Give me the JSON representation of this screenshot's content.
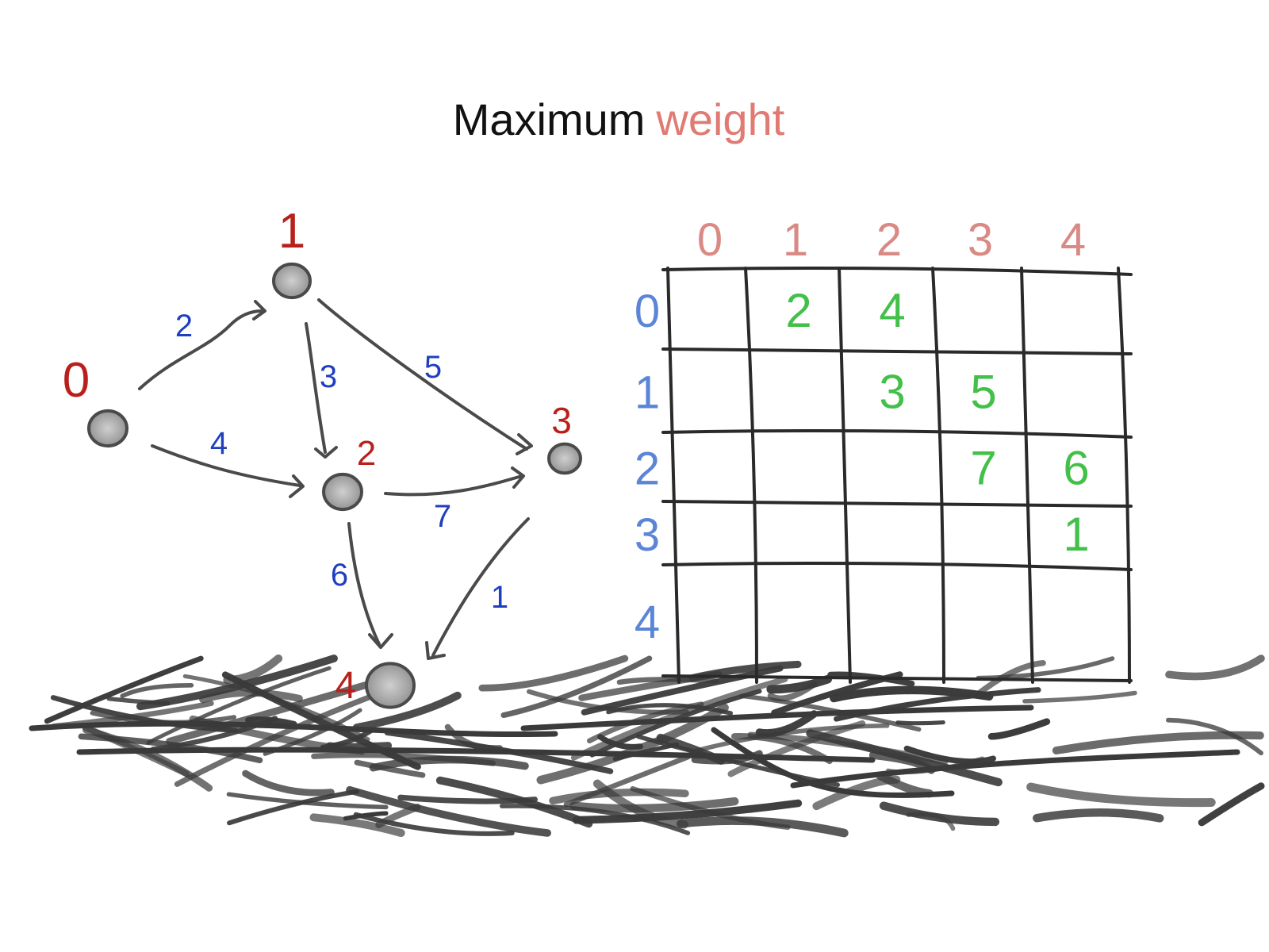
{
  "title": {
    "part1": "Maximum",
    "part2": "weight"
  },
  "colors": {
    "title_main": "#111111",
    "title_accent": "#e07a72",
    "node_label": "#b8201c",
    "edge_weight": "#1f3fbf",
    "matrix_col_header": "#d98a84",
    "matrix_row_header": "#5b85d6",
    "matrix_value": "#43c04a",
    "stroke": "#4a4a4a",
    "node_fill": "#bdbdbd"
  },
  "graph": {
    "nodes": [
      {
        "id": "0",
        "label": "0"
      },
      {
        "id": "1",
        "label": "1"
      },
      {
        "id": "2",
        "label": "2"
      },
      {
        "id": "3",
        "label": "3"
      },
      {
        "id": "4",
        "label": "4"
      }
    ],
    "edges": [
      {
        "from": "0",
        "to": "1",
        "weight": "2"
      },
      {
        "from": "0",
        "to": "2",
        "weight": "4"
      },
      {
        "from": "1",
        "to": "2",
        "weight": "3"
      },
      {
        "from": "1",
        "to": "3",
        "weight": "5"
      },
      {
        "from": "2",
        "to": "3",
        "weight": "7"
      },
      {
        "from": "2",
        "to": "4",
        "weight": "6"
      },
      {
        "from": "3",
        "to": "4",
        "weight": "1"
      }
    ]
  },
  "matrix": {
    "col_headers": [
      "0",
      "1",
      "2",
      "3",
      "4"
    ],
    "row_headers": [
      "0",
      "1",
      "2",
      "3",
      "4"
    ],
    "cells": [
      [
        "",
        "2",
        "4",
        "",
        ""
      ],
      [
        "",
        "",
        "3",
        "5",
        ""
      ],
      [
        "",
        "",
        "",
        "7",
        "6"
      ],
      [
        "",
        "",
        "",
        "",
        "1"
      ],
      [
        "",
        "",
        "",
        "",
        ""
      ]
    ]
  }
}
